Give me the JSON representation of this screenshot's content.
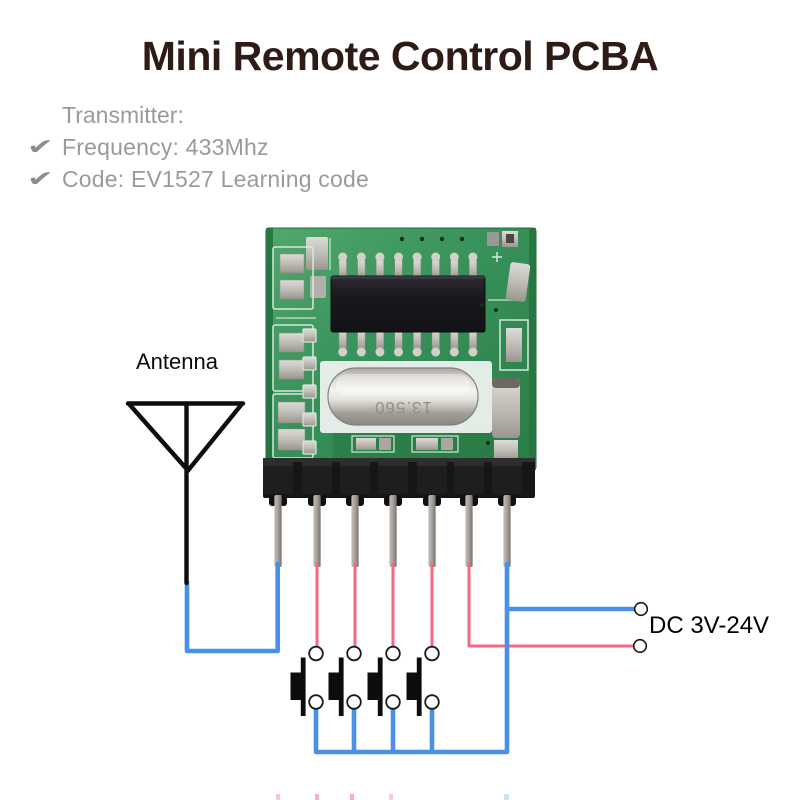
{
  "title": "Mini Remote Control PCBA",
  "specs": {
    "heading": "Transmitter:",
    "check_glyph": "✔",
    "items": [
      {
        "label": "Frequency: 433Mhz"
      },
      {
        "label": "Code: EV1527 Learning code"
      }
    ]
  },
  "diagram": {
    "antenna_label": "Antenna",
    "power_label": "DC 3V-24V",
    "crystal_marking": "13.560",
    "pin_count": 7,
    "button_count": 4,
    "colors": {
      "wire_positive_blue": "#4a90e8",
      "wire_signal_red": "#f4697f",
      "pcb_green": "#37915a",
      "title_text": "#2f1b15",
      "specs_text": "#9a9a9a"
    }
  }
}
